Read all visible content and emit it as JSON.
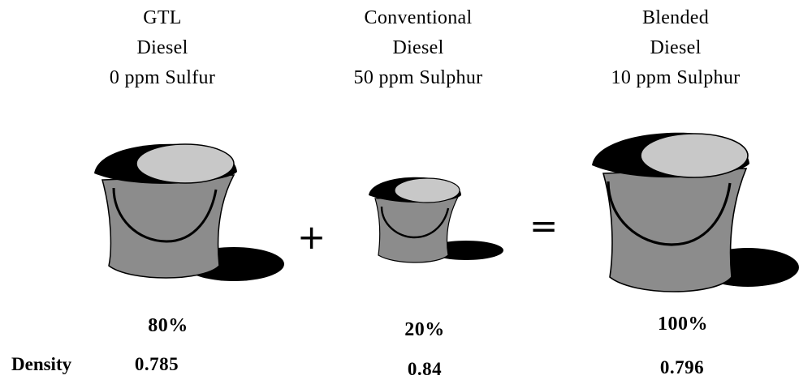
{
  "columns": [
    {
      "title_lines": [
        "GTL",
        "Diesel",
        "0 ppm Sulfur"
      ],
      "percent": "80%",
      "density": "0.785"
    },
    {
      "title_lines": [
        "Conventional",
        "Diesel",
        "50 ppm Sulphur"
      ],
      "percent": "20%",
      "density": "0.84"
    },
    {
      "title_lines": [
        "Blended",
        "Diesel",
        "10 ppm Sulphur"
      ],
      "percent": "100%",
      "density": "0.796"
    }
  ],
  "operators": {
    "plus": "+",
    "equals": "="
  },
  "density_label": "Density",
  "colors": {
    "bucket_body": "#8c8c8c",
    "bucket_lid": "#c8c8c8",
    "bucket_dark": "#000000",
    "shadow": "#000000",
    "background": "#ffffff"
  }
}
